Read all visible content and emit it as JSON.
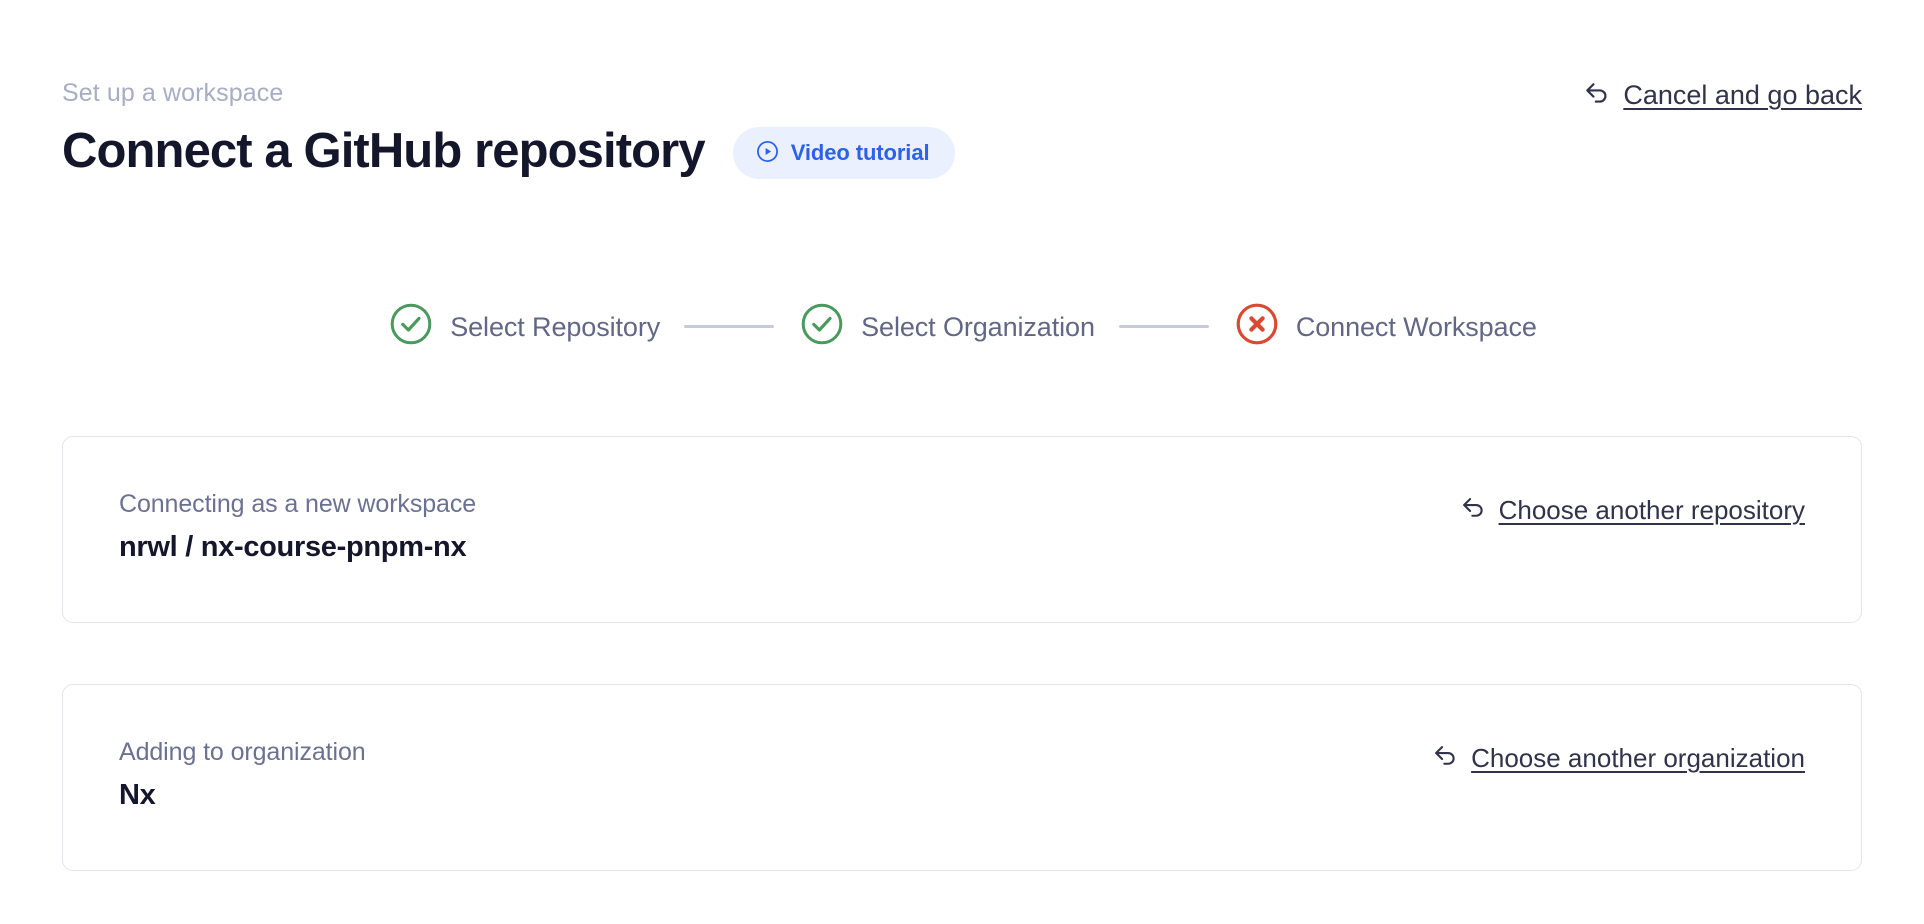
{
  "header": {
    "eyebrow": "Set up a workspace",
    "title": "Connect a GitHub repository",
    "video_badge": {
      "label": "Video tutorial",
      "icon": "play-circle-icon",
      "bg_color": "#eaf0fe",
      "text_color": "#2c62e8"
    },
    "cancel_link": {
      "label": "Cancel and go back",
      "icon": "arrow-uturn-left-icon",
      "color": "#30334a"
    }
  },
  "stepper": {
    "connector_color": "#c6cadb",
    "steps": [
      {
        "label": "Select Repository",
        "state": "complete",
        "icon": "check-circle-icon",
        "color": "#4a9a5e"
      },
      {
        "label": "Select Organization",
        "state": "complete",
        "icon": "check-circle-icon",
        "color": "#4a9a5e"
      },
      {
        "label": "Connect Workspace",
        "state": "error",
        "icon": "x-circle-icon",
        "color": "#d94a32"
      }
    ]
  },
  "cards": [
    {
      "label": "Connecting as a new workspace",
      "owner": "nrwl",
      "separator": "/",
      "name": "nx-course-pnpm-nx",
      "link": {
        "label": "Choose another repository",
        "icon": "arrow-uturn-left-icon"
      }
    },
    {
      "label": "Adding to organization",
      "value": "Nx",
      "link": {
        "label": "Choose another organization",
        "icon": "arrow-uturn-left-icon"
      }
    }
  ]
}
